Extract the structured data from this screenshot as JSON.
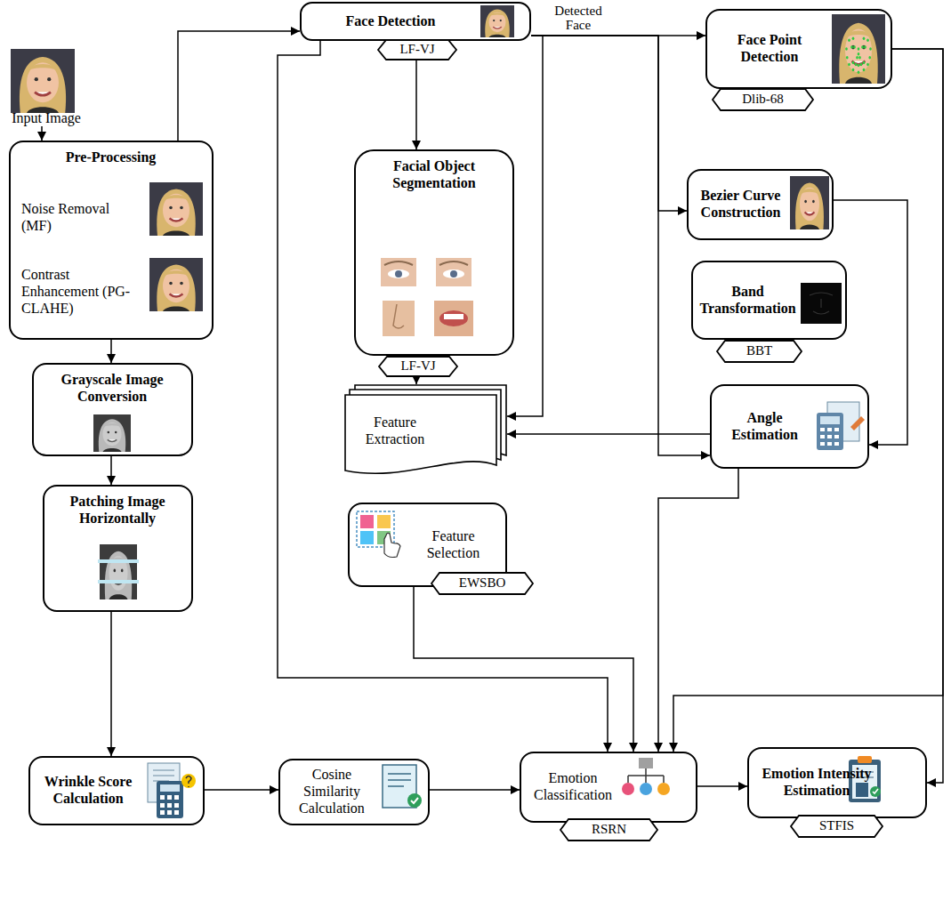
{
  "diagram": {
    "nodes": [
      {
        "text": [
          "Input Image"
        ]
      },
      {
        "text": [
          "Pre-Processing",
          "Noise Removal (MF)",
          "Contrast Enhancement (PG-CLAHE)"
        ]
      },
      {
        "text": [
          "Face Detection"
        ]
      },
      {
        "text": [
          "LF-VJ"
        ]
      },
      {
        "text": [
          "Face Point Detection"
        ]
      },
      {
        "text": [
          "Dlib-68"
        ]
      },
      {
        "text": [
          "Facial Object Segmentation"
        ]
      },
      {
        "text": [
          "LF-VJ"
        ]
      },
      {
        "text": [
          "Bezier Curve Construction"
        ]
      },
      {
        "text": [
          "Band Transformation"
        ]
      },
      {
        "text": [
          "BBT"
        ]
      },
      {
        "text": [
          "Feature Extraction"
        ]
      },
      {
        "text": [
          "Angle Estimation"
        ]
      },
      {
        "text": [
          "Grayscale Image Conversion"
        ]
      },
      {
        "text": [
          "Feature Selection"
        ]
      },
      {
        "text": [
          "EWSBO"
        ]
      },
      {
        "text": [
          "Patching Image Horizontally"
        ]
      },
      {
        "text": [
          "Wrinkle Score Calculation"
        ]
      },
      {
        "text": [
          "Cosine Similarity Calculation"
        ]
      },
      {
        "text": [
          "Emotion Classification"
        ]
      },
      {
        "text": [
          "RSRN"
        ]
      },
      {
        "text": [
          "Emotion Intensity Estimation"
        ]
      },
      {
        "text": [
          "STFIS"
        ]
      }
    ],
    "edges": [
      {
        "from": 0,
        "to": 1,
        "arrow": "to"
      },
      {
        "from": 1,
        "to": 2,
        "arrow": "to"
      },
      {
        "from": 2,
        "to": 6,
        "arrow": "to"
      },
      {
        "from": 2,
        "to": 4,
        "arrow": "to"
      },
      {
        "from": 2,
        "to": 11,
        "arrow": "to"
      },
      {
        "from": 2,
        "to": 8,
        "arrow": "to"
      },
      {
        "from": 2,
        "to": 12,
        "arrow": "to"
      },
      {
        "from": 2,
        "to": 19,
        "arrow": "to"
      },
      {
        "from": 6,
        "to": 11,
        "arrow": "to"
      },
      {
        "from": 8,
        "to": 12,
        "arrow": "to"
      },
      {
        "from": 12,
        "to": 11,
        "arrow": "to"
      },
      {
        "from": 12,
        "to": 19,
        "arrow": "to"
      },
      {
        "from": 4,
        "to": 19,
        "arrow": "to"
      },
      {
        "from": 4,
        "to": 21,
        "arrow": "to"
      },
      {
        "from": 14,
        "to": 19,
        "arrow": "to"
      },
      {
        "from": 1,
        "to": 13,
        "arrow": "to"
      },
      {
        "from": 13,
        "to": 16,
        "arrow": "to"
      },
      {
        "from": 16,
        "to": 17,
        "arrow": "to"
      },
      {
        "from": 17,
        "to": 18,
        "arrow": "to"
      },
      {
        "from": 18,
        "to": 19,
        "arrow": "to"
      },
      {
        "from": 19,
        "to": 21,
        "arrow": "to"
      }
    ],
    "labels": [
      "Detected Face"
    ]
  }
}
